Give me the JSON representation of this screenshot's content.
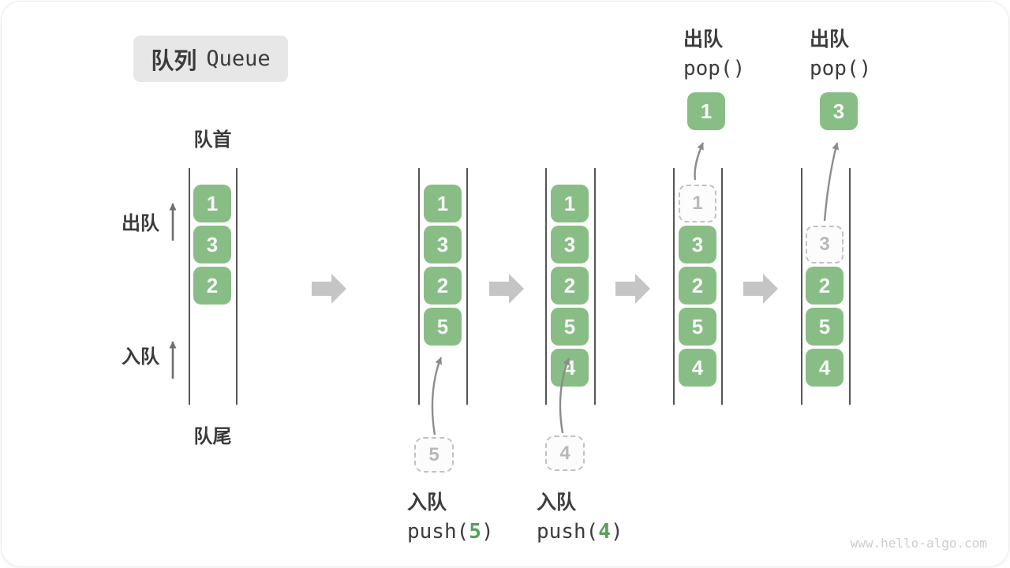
{
  "title": {
    "zh": "队列",
    "en": "Queue"
  },
  "labels": {
    "front": "队首",
    "rear": "队尾",
    "dequeue": "出队",
    "enqueue": "入队"
  },
  "colors": {
    "element_green": "#88be86",
    "code_arg_green": "#55a155",
    "ghost_gray": "#c2c2c2",
    "wall_gray": "#555555",
    "transition_arrow_gray": "#c5c5c5",
    "title_box_bg": "#e7e7e7"
  },
  "columns": [
    {
      "boxes": [
        {
          "v": "1"
        },
        {
          "v": "3"
        },
        {
          "v": "2"
        }
      ]
    },
    {
      "boxes": [
        {
          "v": "1"
        },
        {
          "v": "3"
        },
        {
          "v": "2"
        },
        {
          "v": "5"
        }
      ],
      "staging": "5",
      "op_zh": "入队",
      "code_open": "push(",
      "code_arg": "5",
      "code_close": ")"
    },
    {
      "boxes": [
        {
          "v": "1"
        },
        {
          "v": "3"
        },
        {
          "v": "2"
        },
        {
          "v": "5"
        },
        {
          "v": "4"
        }
      ],
      "staging": "4",
      "op_zh": "入队",
      "code_open": "push(",
      "code_arg": "4",
      "code_close": ")"
    },
    {
      "boxes": [
        {
          "v": "1",
          "ghost": true
        },
        {
          "v": "3"
        },
        {
          "v": "2"
        },
        {
          "v": "5"
        },
        {
          "v": "4"
        }
      ],
      "popped": "1",
      "op_zh": "出队",
      "code": "pop()"
    },
    {
      "boxes": [
        {
          "v": "3",
          "ghost": true
        },
        {
          "v": "2"
        },
        {
          "v": "5"
        },
        {
          "v": "4"
        }
      ],
      "popped": "3",
      "op_zh": "出队",
      "code": "pop()"
    }
  ],
  "watermark": "www.hello-algo.com"
}
